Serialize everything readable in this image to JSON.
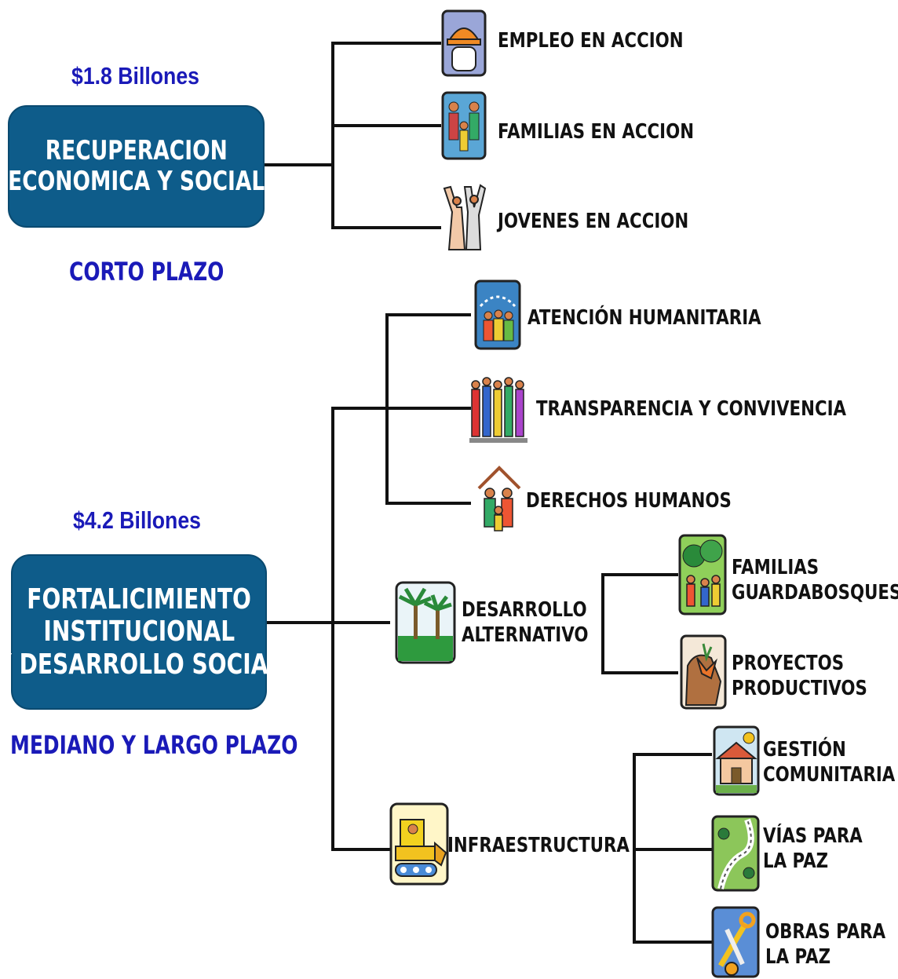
{
  "short_term": {
    "amount": "$1.8 Billones",
    "title_line1": "RECUPERACION",
    "title_line2": "ECONOMICA Y SOCIAL",
    "term": "CORTO PLAZO",
    "programs": [
      "EMPLEO EN ACCION",
      "FAMILIAS EN ACCION",
      "JOVENES EN ACCION"
    ]
  },
  "long_term": {
    "amount": "$4.2 Billones",
    "title_line1": "FORTALICIMIENTO",
    "title_line2": "INSTITUCIONAL",
    "title_line3": "Y DESARROLLO SOCIAL",
    "term": "MEDIANO Y LARGO PLAZO",
    "group1": [
      "ATENCIÓN HUMANITARIA",
      "TRANSPARENCIA Y CONVIVENCIA",
      "DERECHOS HUMANOS"
    ],
    "desarrollo": {
      "line1": "DESARROLLO",
      "line2": "ALTERNATIVO",
      "children": [
        {
          "line1": "FAMILIAS",
          "line2": "GUARDABOSQUES"
        },
        {
          "line1": "PROYECTOS",
          "line2": "PRODUCTIVOS"
        }
      ]
    },
    "infraestructura": {
      "label": "INFRAESTRUCTURA",
      "children": [
        {
          "line1": "GESTIÓN",
          "line2": "COMUNITARIA"
        },
        {
          "line1": "VÍAS PARA",
          "line2": "LA PAZ"
        },
        {
          "line1": "OBRAS PARA",
          "line2": "LA PAZ"
        }
      ]
    }
  },
  "colors": {
    "box": "#0e5c8a",
    "accent_text": "#1a1ab8",
    "lines": "#111111"
  },
  "icons": [
    "worker-helmet-icon",
    "family-icon",
    "youth-icon",
    "humanitarian-icon",
    "crowd-icon",
    "human-rights-house-icon",
    "palm-trees-icon",
    "bulldozer-icon",
    "forest-family-icon",
    "hand-produce-icon",
    "community-house-icon",
    "roads-map-icon",
    "tools-icon"
  ]
}
